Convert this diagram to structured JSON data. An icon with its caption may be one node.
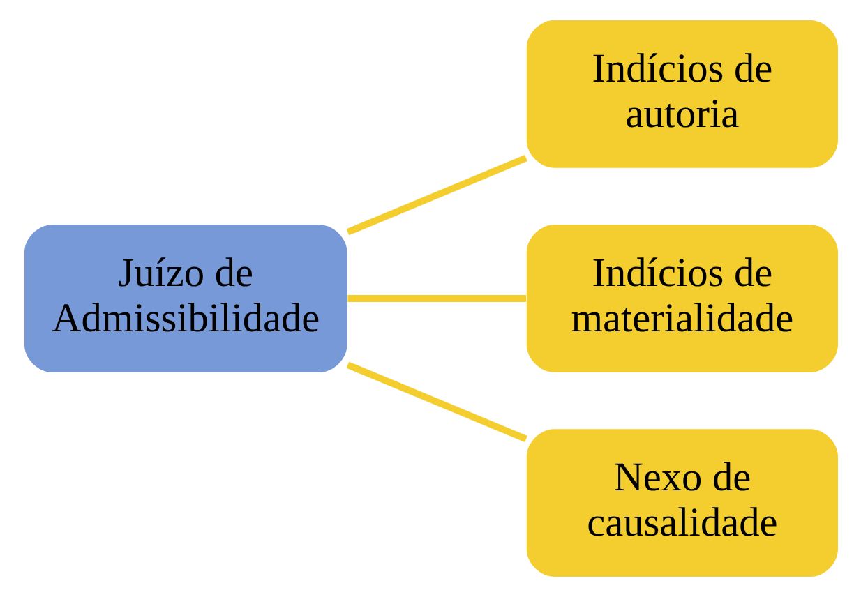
{
  "diagram": {
    "nodes": [
      {
        "text": [
          "Juízo de Admissibilidade"
        ]
      },
      {
        "text": [
          "Indícios de autoria"
        ]
      },
      {
        "text": [
          "Indícios de materialidade"
        ]
      },
      {
        "text": [
          "Nexo de causalidade"
        ]
      }
    ],
    "edges": [
      {
        "from": 0,
        "to": 1,
        "arrow": "none"
      },
      {
        "from": 0,
        "to": 2,
        "arrow": "none"
      },
      {
        "from": 0,
        "to": 3,
        "arrow": "none"
      }
    ]
  }
}
